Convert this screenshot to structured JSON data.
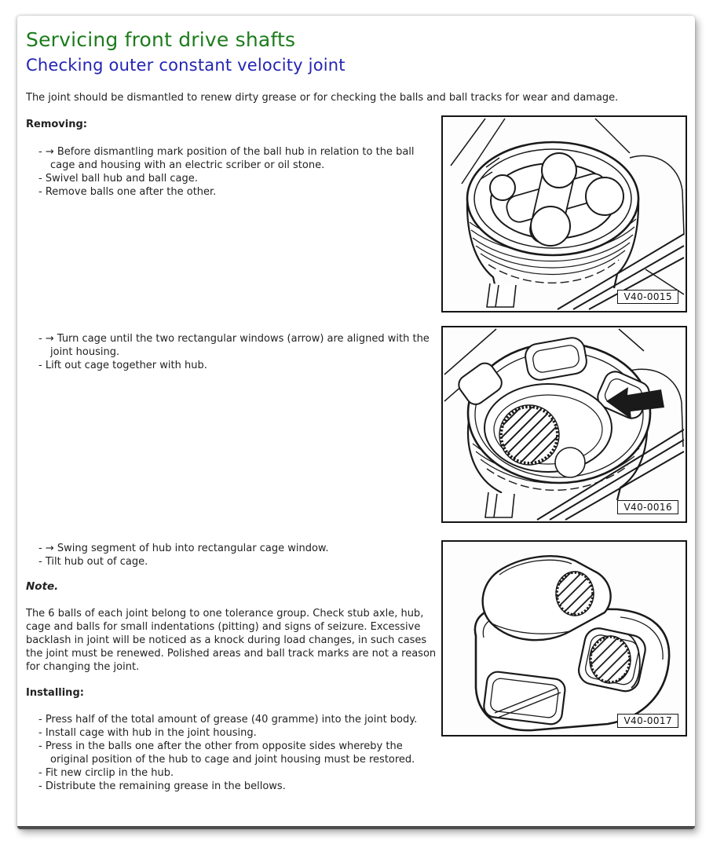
{
  "colors": {
    "heading-green": "#1c7c1c",
    "subheading-blue": "#2424b4"
  },
  "header": {
    "title": "Servicing front drive shafts",
    "subtitle": "Checking outer constant velocity joint"
  },
  "intro": "The joint should be dismantled to renew dirty grease or for checking the balls and ball tracks for wear and damage.",
  "removing": {
    "heading": "Removing:",
    "steps": [
      "- → Before dismantling mark position of the ball hub in relation to the ball cage and housing with an electric scriber or oil stone.",
      "- Swivel ball hub and ball cage.",
      "- Remove balls one after the other."
    ]
  },
  "turn_cage_steps": [
    "- → Turn cage until the two rectangular windows (arrow) are aligned with the joint housing.",
    "- Lift out cage together with hub."
  ],
  "swing_steps": [
    "- → Swing segment of hub into rectangular cage window.",
    "- Tilt hub out of cage."
  ],
  "note": {
    "heading": "Note.",
    "body": "The 6 balls of each joint belong to one tolerance group. Check stub axle, hub, cage and balls for small indentations (pitting) and signs of seizure. Excessive backlash in joint will be noticed as a knock during load changes, in such cases the joint must be renewed. Polished areas and ball track marks are not a reason for changing the joint."
  },
  "installing": {
    "heading": "Installing:",
    "steps": [
      "- Press half of the total amount of grease (40 gramme) into the joint body.",
      "- Install cage with hub in the joint housing.",
      "- Press in the balls one after the other from opposite sides whereby the original position of the hub to cage and joint housing must be restored.",
      "- Fit new circlip in the hub.",
      "- Distribute the remaining grease in the bellows."
    ]
  },
  "figures": [
    {
      "label": "V40-0015",
      "description": "outer CV joint with balls in cage"
    },
    {
      "label": "V40-0016",
      "description": "cage turned, window aligned, arrow marker"
    },
    {
      "label": "V40-0017",
      "description": "hub tilted out of cage"
    }
  ]
}
